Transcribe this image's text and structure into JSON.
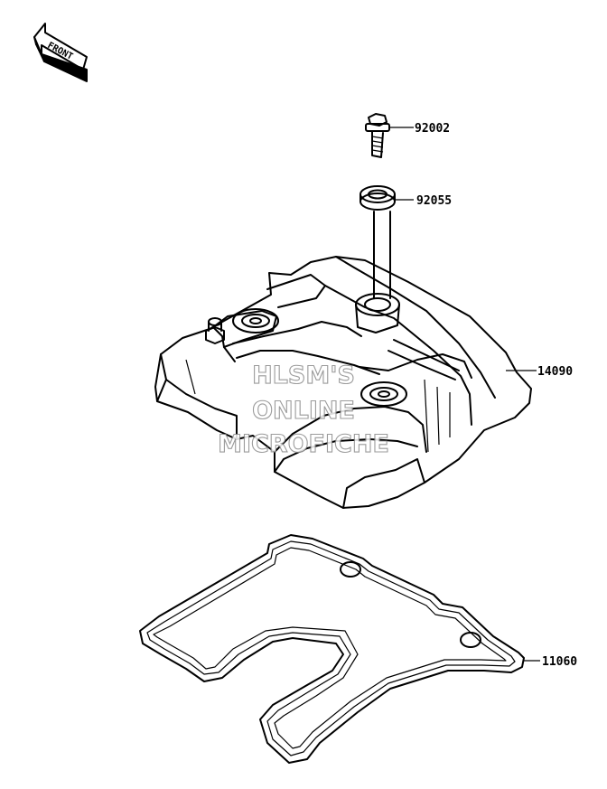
{
  "front_label": "FRONT",
  "parts": [
    {
      "id": "bolt",
      "number": "92002"
    },
    {
      "id": "washer",
      "number": "92055"
    },
    {
      "id": "cylinder-head-cover",
      "number": "14090"
    },
    {
      "id": "gasket",
      "number": "11060"
    }
  ],
  "watermark": [
    "HLSM'S",
    "ONLINE",
    "MICROFICHE"
  ]
}
